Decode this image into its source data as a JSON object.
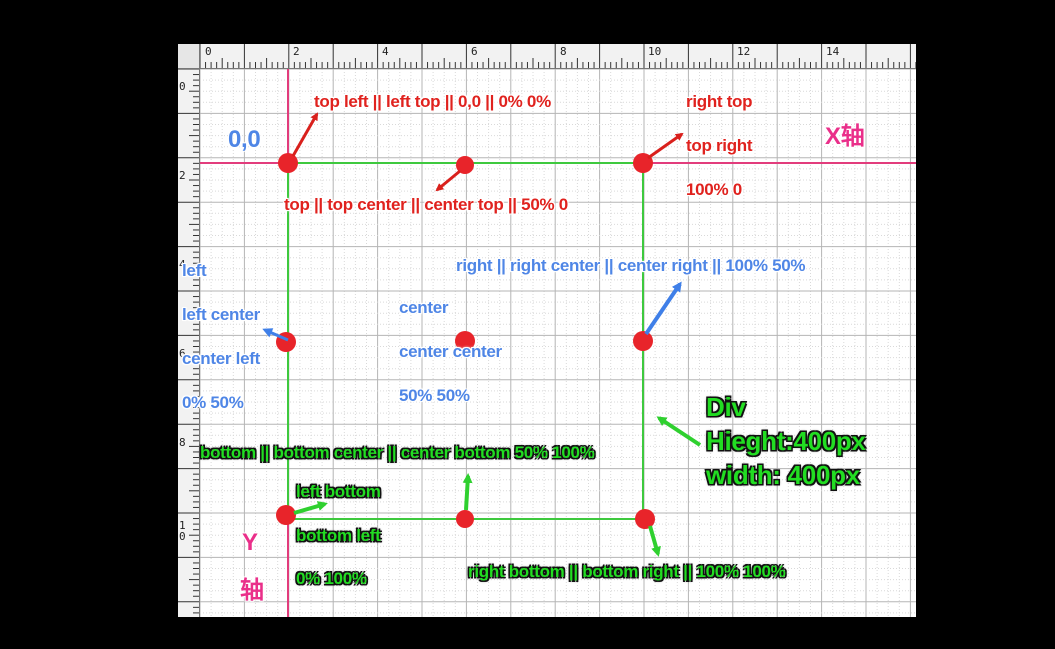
{
  "ruler": {
    "top_ticks": [
      "0",
      "2",
      "4",
      "6",
      "8",
      "10",
      "12",
      "14"
    ],
    "left_ticks": [
      "0",
      "2",
      "4",
      "6",
      "8",
      "1\n0"
    ]
  },
  "axes": {
    "origin": "0,0",
    "x_axis": "X轴",
    "y_axis_line1": "Y",
    "y_axis_line2": "轴"
  },
  "labels": {
    "top_left": "top left || left top || 0,0  ||  0% 0%",
    "top_right_1": "right  top",
    "top_right_2": "top  right",
    "top_right_3": "100% 0",
    "top_center": "top || top  center  || center  top || 50% 0",
    "right_center": "right || right  center  || center right || 100% 50%",
    "left_1": "left",
    "left_2": "left  center",
    "left_3": "center  left",
    "left_4": "0% 50%",
    "center_1": "center",
    "center_2": "center center",
    "center_3": "50% 50%",
    "div_1": "Div",
    "div_2": "Hieght:400px",
    "div_3": "width: 400px",
    "bottom_center": "bottom || bottom  center  ||  center  bottom  50%  100%",
    "bottom_left_1": "left  bottom",
    "bottom_left_2": "bottom  left",
    "bottom_left_3": "0%  100%",
    "bottom_right": "right bottom  ||  bottom  right  ||  100% 100%"
  },
  "colors": {
    "point": "#e8242a",
    "box": "#3ec93e",
    "axis": "#e23c7c",
    "grid_major": "#b5b5b5",
    "grid_minor": "#d9d9d9",
    "arrow_red": "#d9201c",
    "arrow_blue": "#3f7fe8",
    "arrow_green": "#2fd02f"
  }
}
